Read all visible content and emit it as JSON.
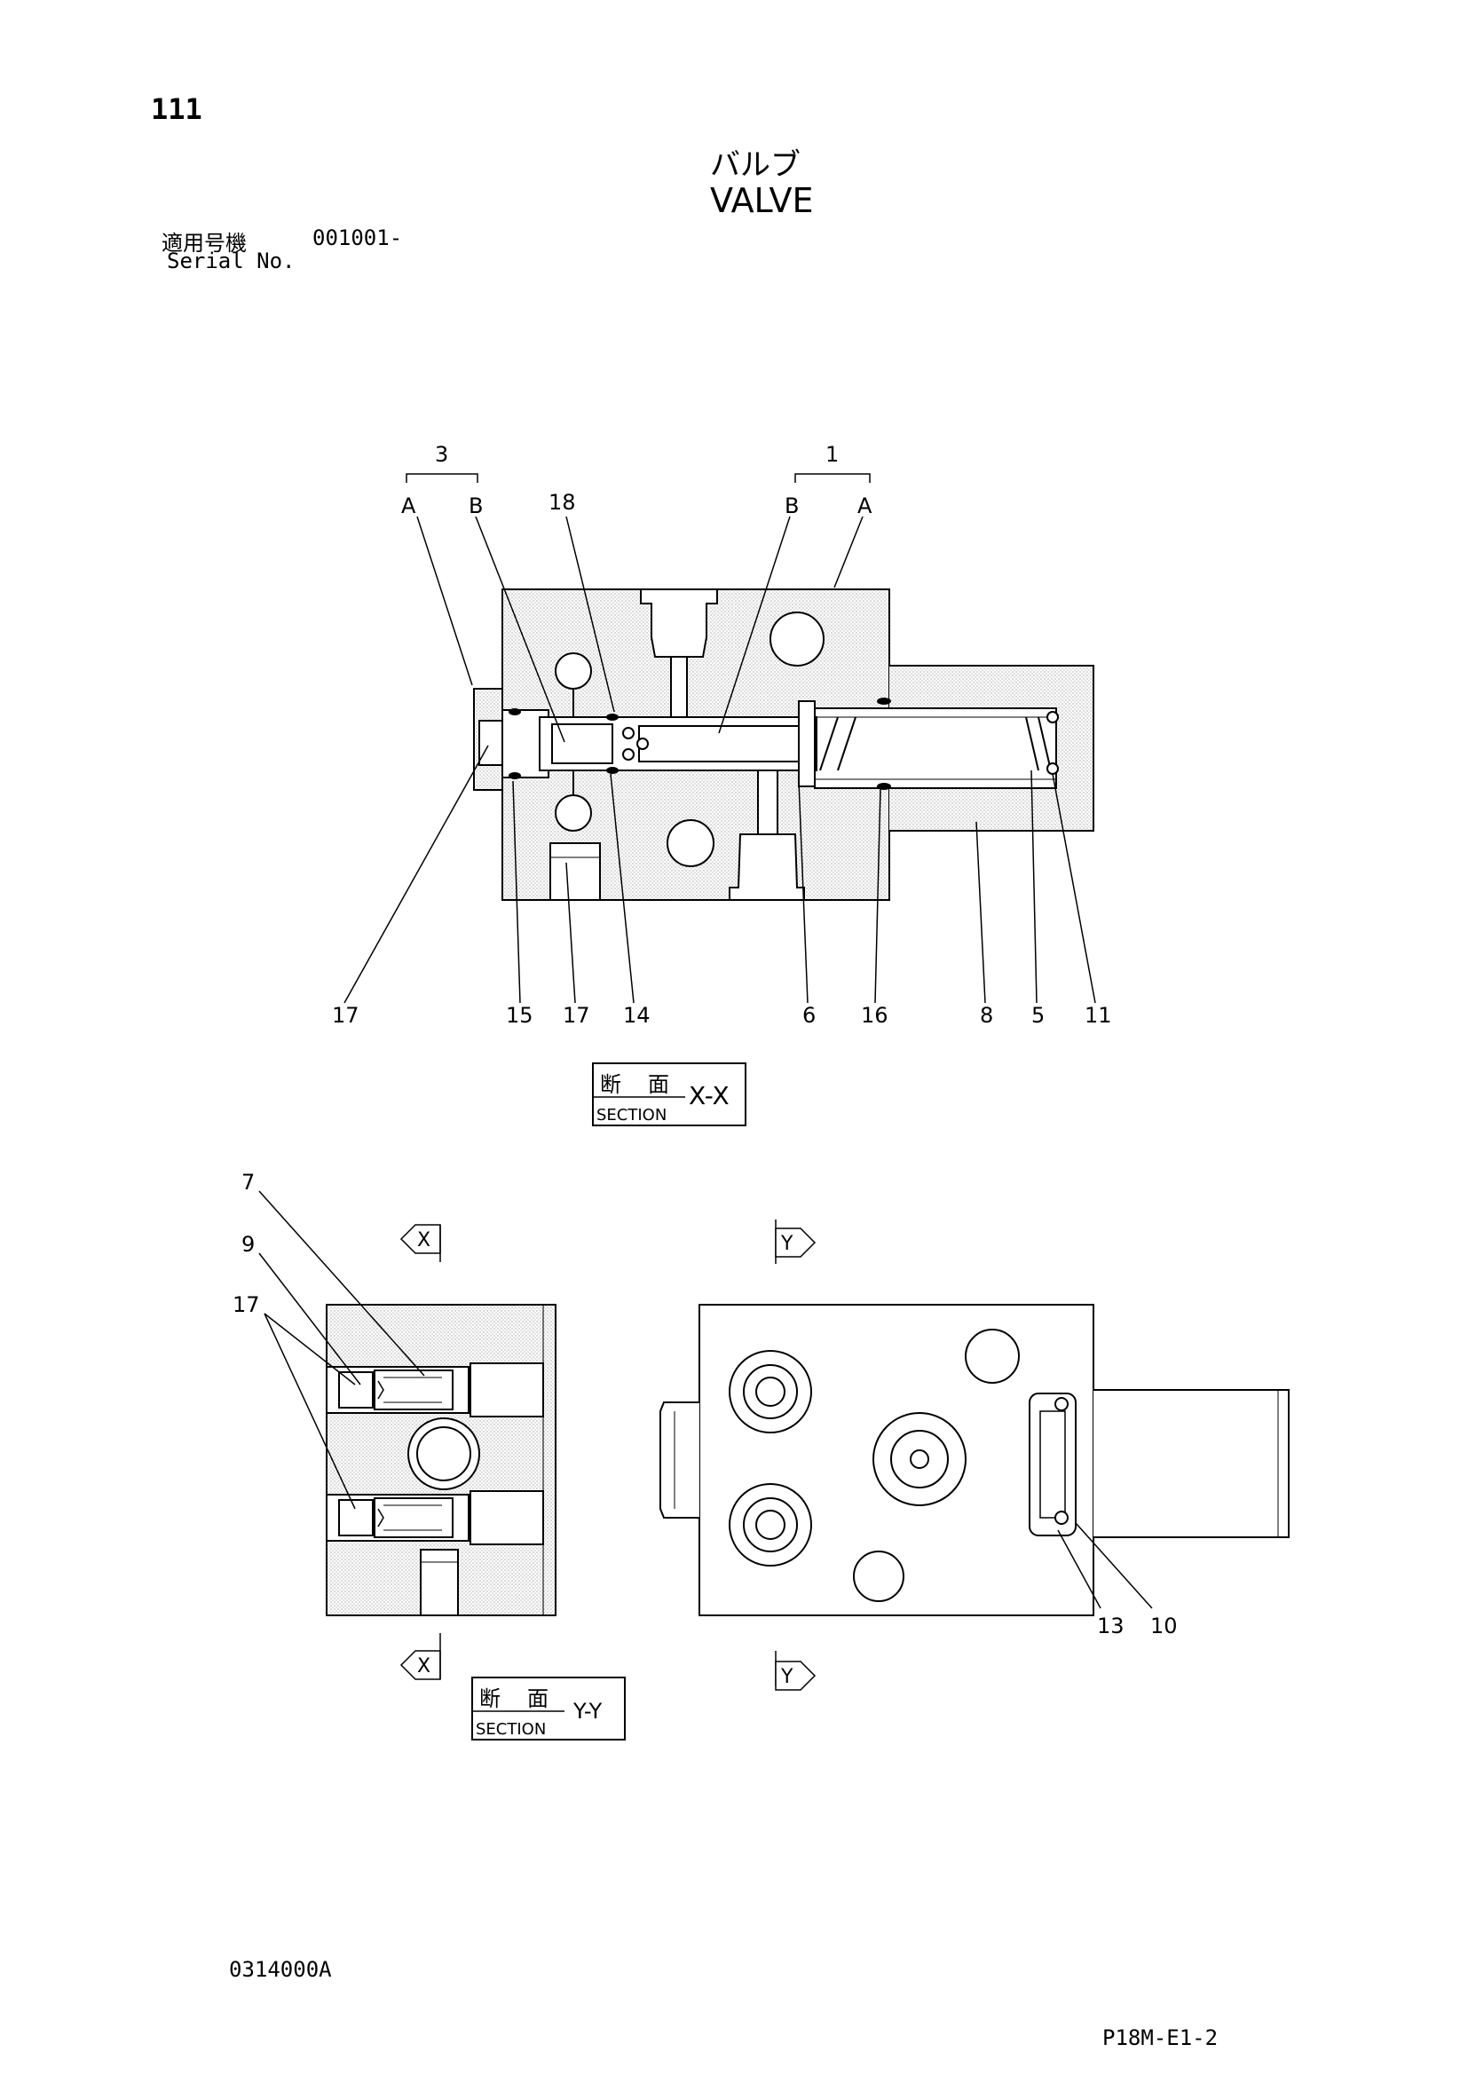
{
  "header": {
    "page_number": "111",
    "title_jp": "バルブ",
    "title_en": "VALVE",
    "serial_jp": "適用号機",
    "serial_value": "001001-",
    "serial_en": "Serial No."
  },
  "section_xx": {
    "label_jp_1": "断",
    "label_jp_2": "面",
    "label_en": "SECTION",
    "id": "X-X",
    "group_left": "3",
    "group_right": "1",
    "callouts_top": [
      "A",
      "B",
      "18",
      "B",
      "A"
    ],
    "callouts_bottom": [
      "17",
      "15",
      "17",
      "14",
      "6",
      "16",
      "8",
      "5",
      "11"
    ]
  },
  "section_yy": {
    "label_jp_1": "断",
    "label_jp_2": "面",
    "label_en": "SECTION",
    "id": "Y-Y",
    "callouts_left": [
      "7",
      "9",
      "17"
    ],
    "arrow_x": "X"
  },
  "front_view": {
    "callouts": [
      "13",
      "10"
    ],
    "arrow_y": "Y"
  },
  "footer": {
    "doc_code": "0314000A",
    "page_code": "P18M-E1-2"
  }
}
